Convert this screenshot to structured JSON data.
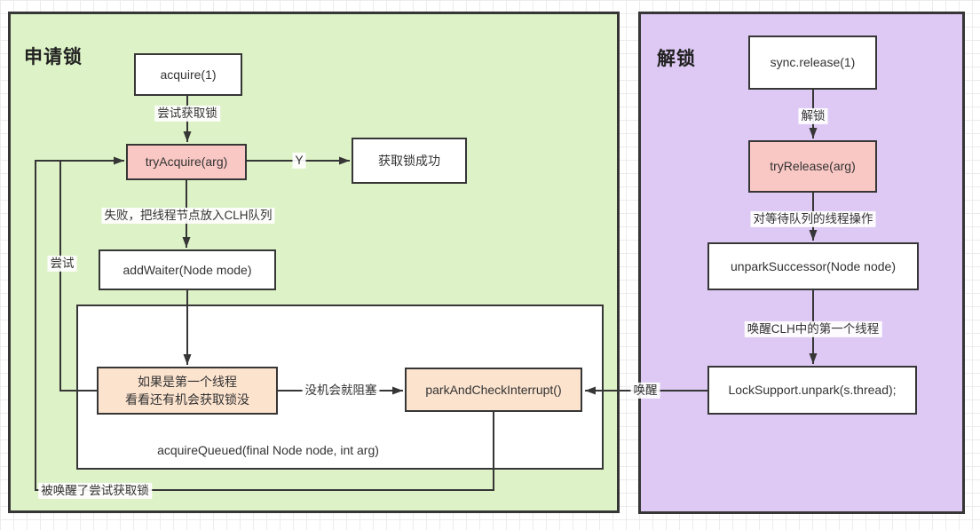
{
  "left_panel": {
    "title": "申请锁",
    "nodes": {
      "acquire": "acquire(1)",
      "try_acquire": "tryAcquire(arg)",
      "success": "获取锁成功",
      "add_waiter": "addWaiter(Node mode)",
      "first_thread_line1": "如果是第一个线程",
      "first_thread_line2": "看看还有机会获取锁没",
      "park": "parkAndCheckInterrupt()",
      "acquire_queued": "acquireQueued(final Node node, int arg)"
    },
    "edge_labels": {
      "attempt_acquire": "尝试获取锁",
      "yes": "Y",
      "fail_enqueue": "失败，把线程节点放入CLH队列",
      "attempt": "尝试",
      "no_chance_block": "没机会就阻塞",
      "woken_retry": "被唤醒了尝试获取锁"
    }
  },
  "right_panel": {
    "title": "解锁",
    "nodes": {
      "release": "sync.release(1)",
      "try_release": "tryRelease(arg)",
      "unpark_successor": "unparkSuccessor(Node node)",
      "lock_support": "LockSupport.unpark(s.thread);"
    },
    "edge_labels": {
      "unlock": "解锁",
      "operate_waiting": "对等待队列的线程操作",
      "wake_first_clh": "唤醒CLH中的第一个线程",
      "wake": "唤醒"
    }
  },
  "colors": {
    "panel_green": "#ddf2c6",
    "panel_purple": "#ddc9f3",
    "node_pink": "#fac8c4",
    "node_peach": "#fce3ce",
    "node_white": "#ffffff",
    "border": "#363636",
    "grid_line": "#ececec"
  }
}
